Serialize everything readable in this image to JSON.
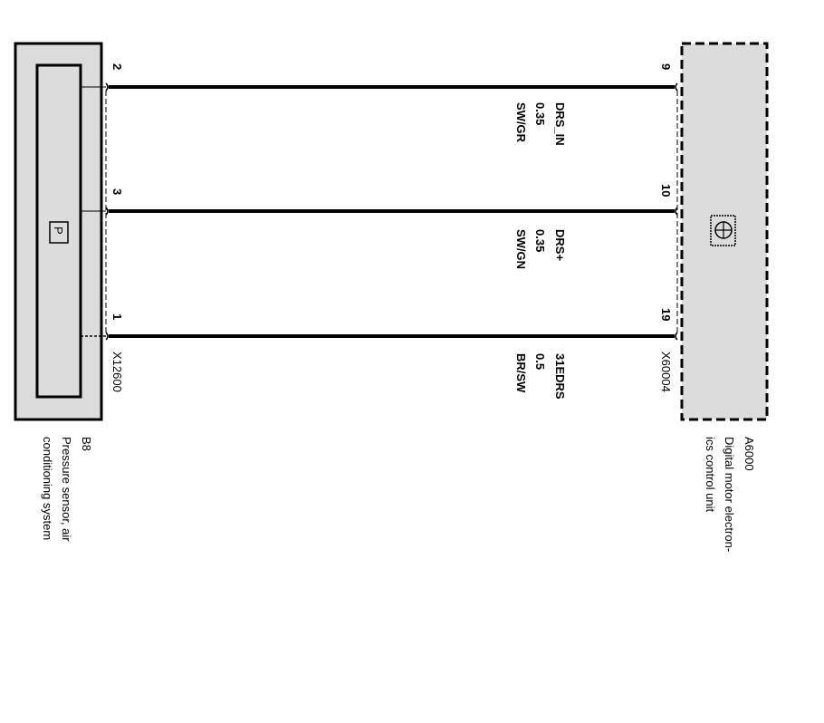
{
  "left_component": {
    "id": "B8",
    "description_lines": [
      "Pressure sensor, air",
      "conditioning system"
    ],
    "connector": "X12600",
    "symbol": "P"
  },
  "right_component": {
    "id": "A6000",
    "description_lines": [
      "Digital motor electron-",
      "ics control unit"
    ],
    "connector": "X60004",
    "symbol": "control-unit-icon"
  },
  "wires": [
    {
      "left_pin": "2",
      "right_pin": "9",
      "signal": "DRS_IN",
      "gauge": "0.35",
      "color": "SW/GR"
    },
    {
      "left_pin": "3",
      "right_pin": "10",
      "signal": "DRS+",
      "gauge": "0.35",
      "color": "SW/GN"
    },
    {
      "left_pin": "1",
      "right_pin": "19",
      "signal": "31EDRS",
      "gauge": "0.5",
      "color": "BR/SW"
    }
  ],
  "colors": {
    "component_fill": "#dcdcdc",
    "line": "#000000"
  }
}
